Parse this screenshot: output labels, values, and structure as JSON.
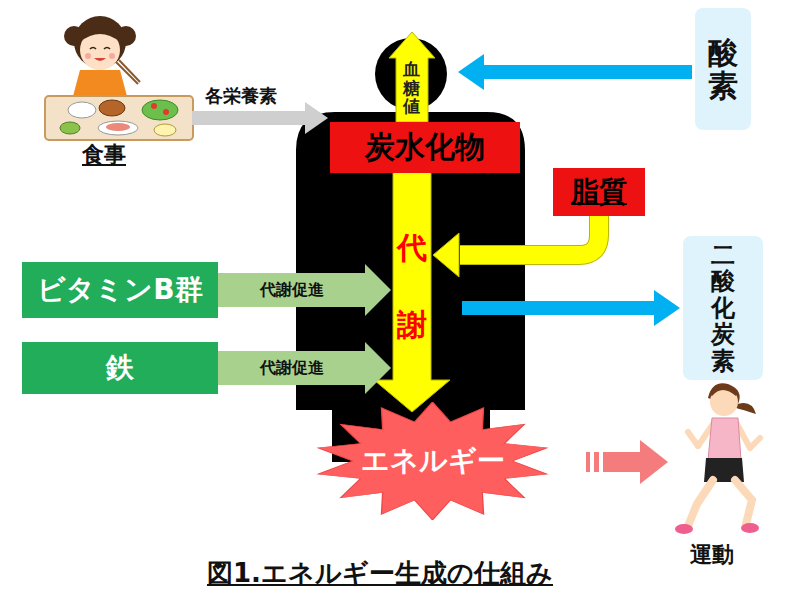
{
  "diagram": {
    "caption": "図1.エネルギー生成の仕組み",
    "nodes": [
      {
        "text": [
          "酸素"
        ]
      },
      {
        "text": [
          "炭水化物"
        ]
      },
      {
        "text": [
          "脂質"
        ]
      },
      {
        "text": [
          "ビタミンB群"
        ]
      },
      {
        "text": [
          "二酸化炭素"
        ]
      },
      {
        "text": [
          "鉄"
        ]
      },
      {
        "text": [
          "エネルギー"
        ]
      }
    ],
    "edges": [
      {
        "from": 1,
        "to": 6,
        "arrow": "to"
      },
      {
        "from": 2,
        "to": 6,
        "arrow": "to"
      },
      {
        "from": 3,
        "to": 6,
        "label": "代謝促進",
        "arrow": "to"
      },
      {
        "from": 5,
        "to": 6,
        "label": "代謝促進",
        "arrow": "to"
      }
    ],
    "labels": [
      "食事",
      "各栄養素",
      "血糖値",
      "代",
      "謝",
      "運動"
    ]
  }
}
